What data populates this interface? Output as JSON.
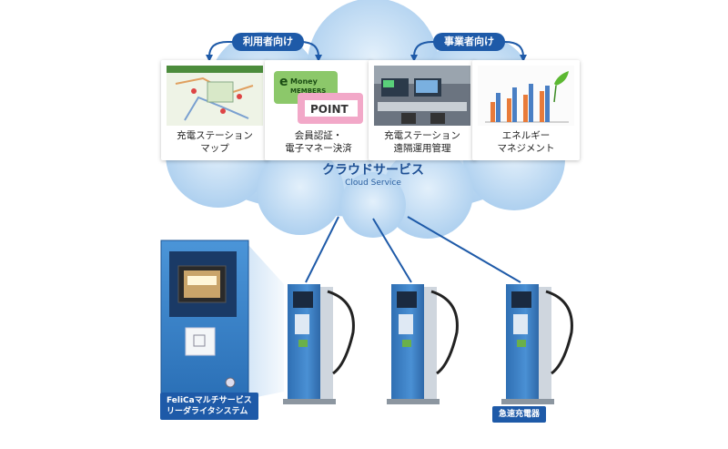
{
  "audience": {
    "user": "利用者向け",
    "operator": "事業者向け"
  },
  "services": [
    {
      "line1": "充電ステーション",
      "line2": "マップ",
      "icon": "station-map-icon"
    },
    {
      "line1": "会員認証・",
      "line2": "電子マネー決済",
      "icon": "membership-card-icon",
      "card_text": {
        "e": "e",
        "money": "Money",
        "members": "MEMBERS",
        "point": "POINT"
      }
    },
    {
      "line1": "充電ステーション",
      "line2": "遠隔運用管理",
      "icon": "control-room-icon"
    },
    {
      "line1": "エネルギー",
      "line2": "マネジメント",
      "icon": "energy-chart-icon"
    }
  ],
  "cloud": {
    "title": "クラウドサービス",
    "subtitle": "Cloud Service"
  },
  "reader": {
    "line1": "FeliCaマルチサービス",
    "line2": "リーダライタシステム"
  },
  "charger_label": "急速充電器",
  "colors": {
    "accent": "#1e5aa8",
    "cloud": "#bcd9f2",
    "charger": "#3d82c8"
  }
}
